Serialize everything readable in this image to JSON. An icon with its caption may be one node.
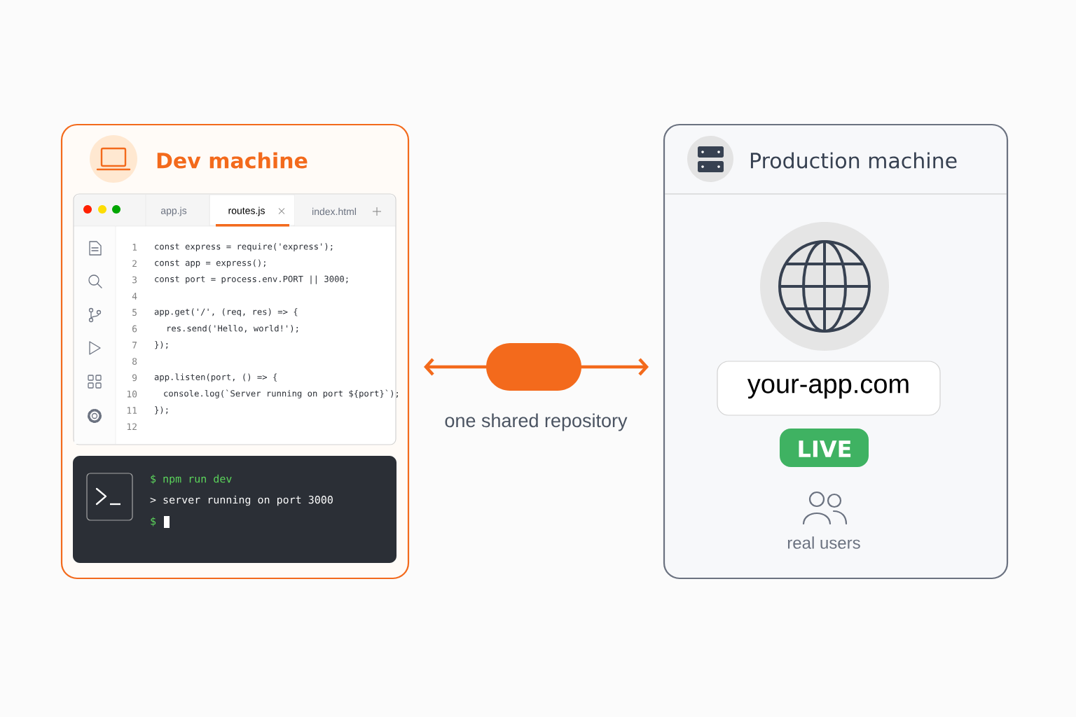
{
  "diagram": {
    "nodes": [
      {
        "text": [
          "Dev machine"
        ]
      },
      {
        "text": [
          "app.js",
          "routes.js",
          "index.html",
          "1",
          "2",
          "3",
          "4",
          "5",
          "6",
          "7",
          "8",
          "9",
          "10",
          "11",
          "12",
          "const express = require('express');",
          "const app = express();",
          "const port = process.env.PORT || 3000;",
          "app.get('/', (req, res) => {",
          "res.send('Hello, world!');",
          "});",
          "app.listen(port, () => {",
          "console.log(`Server running on port ${port}`);",
          "});"
        ],
        "in": 0
      },
      {
        "text": [
          "$ npm run dev",
          "> server running on port 3000",
          "$"
        ],
        "in": 0
      },
      {
        "text": [],
        "shape": "pill",
        "beside": [
          "one shared repository"
        ]
      },
      {
        "text": [
          "Production machine"
        ]
      },
      {
        "text": [
          "your-app.com"
        ],
        "in": 4
      },
      {
        "text": [
          "LIVE"
        ],
        "in": 4
      }
    ],
    "edges": [
      {
        "from": 3,
        "to": 0,
        "arrow": "to"
      },
      {
        "from": 3,
        "to": 4,
        "arrow": "to"
      }
    ],
    "labels": [
      "real users"
    ]
  }
}
